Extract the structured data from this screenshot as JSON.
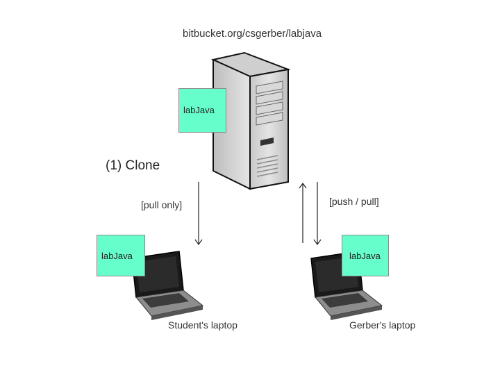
{
  "server": {
    "url": "bitbucket.org/csgerber/labjava",
    "repo_label": "labJava",
    "icon": "server-tower-icon"
  },
  "step": {
    "label": "(1) Clone"
  },
  "student_link": {
    "label": "[pull only]",
    "direction": "down"
  },
  "gerber_link": {
    "label": "[push / pull]",
    "directions": [
      "up",
      "down"
    ]
  },
  "student": {
    "repo_label": "labJava",
    "caption": "Student's laptop",
    "icon": "laptop-icon"
  },
  "gerber": {
    "repo_label": "labJava",
    "caption": "Gerber's laptop",
    "icon": "laptop-icon"
  },
  "colors": {
    "repo_fill": "#66ffcc",
    "server_body": "#d9d9d9",
    "arrow": "#222222"
  }
}
